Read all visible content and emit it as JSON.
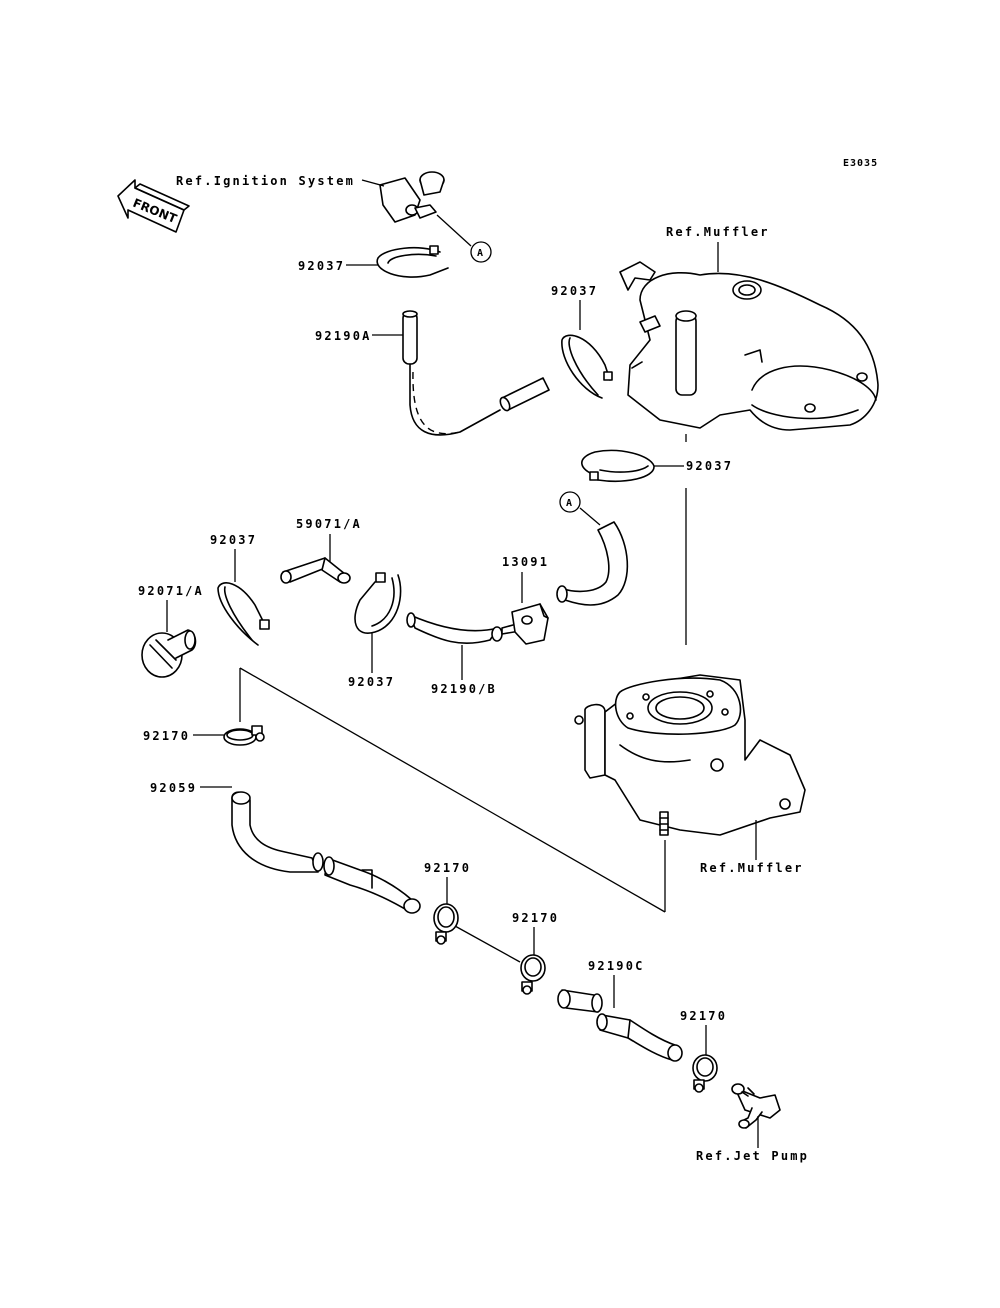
{
  "diagram_code": "E3035",
  "front_label": "FRONT",
  "callout_a": "A",
  "refs": {
    "ignition": "Ref.Ignition System",
    "muffler_top": "Ref.Muffler",
    "muffler_bottom": "Ref.Muffler",
    "jet_pump": "Ref.Jet Pump"
  },
  "parts": {
    "p92037_a": "92037",
    "p92190a": "92190A",
    "p92037_b": "92037",
    "p92037_c": "92037",
    "p92037_d": "92037",
    "p59071a": "59071/A",
    "p92071a": "92071/A",
    "p13091": "13091",
    "p92037_e": "92037",
    "p92190b": "92190/B",
    "p92170_a": "92170",
    "p92059": "92059",
    "p92170_b": "92170",
    "p92170_c": "92170",
    "p92190c": "92190C",
    "p92170_d": "92170"
  }
}
